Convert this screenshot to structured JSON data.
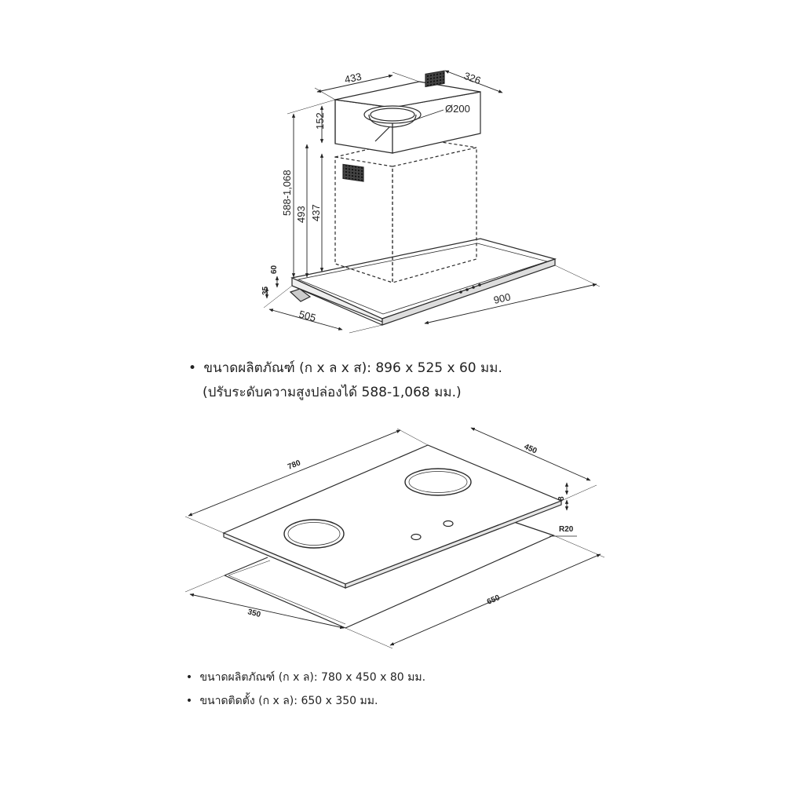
{
  "hood": {
    "dimensions": {
      "top_width": "433",
      "top_depth": "326",
      "duct_diameter": "Ø200",
      "top_cover": "152",
      "total_height": "588-1,068",
      "chimney_outer": "493",
      "chimney_inner": "437",
      "body_thickness": "60",
      "front_lip": "35",
      "depth": "505",
      "width": "900"
    },
    "specs": [
      "ขนาดผลิตภัณฑ์ (ก x ล x ส): 896 x 525 x 60 มม.",
      "(ปรับระดับความสูงปล่องได้ 588-1,068 มม.)"
    ],
    "control_dots": 4
  },
  "hob": {
    "dimensions": {
      "width": "780",
      "depth": "450",
      "thickness": "8",
      "corner_radius": "R20",
      "cutout_width": "650",
      "cutout_depth": "350"
    },
    "specs": [
      "ขนาดผลิตภัณฑ์ (ก x ล): 780 x 450 x 80 มม.",
      "ขนาดติดตั้ง (ก x ล): 650 x 350 มม."
    ]
  },
  "bullet_symbol": "•",
  "line_color": "#2a2a2a"
}
